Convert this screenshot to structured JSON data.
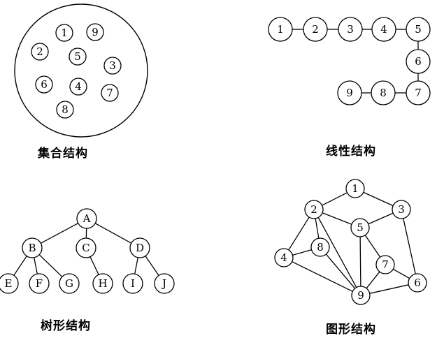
{
  "captions": {
    "set": "集合结构",
    "linear": "线性结构",
    "tree": "树形结构",
    "graph": "图形结构"
  },
  "set_structure": {
    "elements": [
      "1",
      "9",
      "2",
      "5",
      "3",
      "6",
      "4",
      "7",
      "8"
    ]
  },
  "linear_structure": {
    "sequence": [
      "1",
      "2",
      "3",
      "4",
      "5",
      "6",
      "7",
      "8",
      "9"
    ]
  },
  "tree_structure": {
    "nodes": [
      "A",
      "B",
      "C",
      "D",
      "E",
      "F",
      "G",
      "H",
      "I",
      "J"
    ],
    "edges": [
      [
        "A",
        "B"
      ],
      [
        "A",
        "C"
      ],
      [
        "A",
        "D"
      ],
      [
        "B",
        "E"
      ],
      [
        "B",
        "F"
      ],
      [
        "B",
        "G"
      ],
      [
        "C",
        "H"
      ],
      [
        "D",
        "I"
      ],
      [
        "D",
        "J"
      ]
    ]
  },
  "graph_structure": {
    "nodes": [
      "1",
      "2",
      "3",
      "4",
      "5",
      "6",
      "7",
      "8",
      "9"
    ],
    "edges": [
      [
        "1",
        "2"
      ],
      [
        "1",
        "3"
      ],
      [
        "2",
        "5"
      ],
      [
        "3",
        "5"
      ],
      [
        "2",
        "4"
      ],
      [
        "2",
        "8"
      ],
      [
        "2",
        "9"
      ],
      [
        "3",
        "6"
      ],
      [
        "4",
        "8"
      ],
      [
        "4",
        "9"
      ],
      [
        "8",
        "9"
      ],
      [
        "5",
        "7"
      ],
      [
        "5",
        "9"
      ],
      [
        "7",
        "6"
      ],
      [
        "7",
        "9"
      ],
      [
        "9",
        "6"
      ]
    ]
  }
}
